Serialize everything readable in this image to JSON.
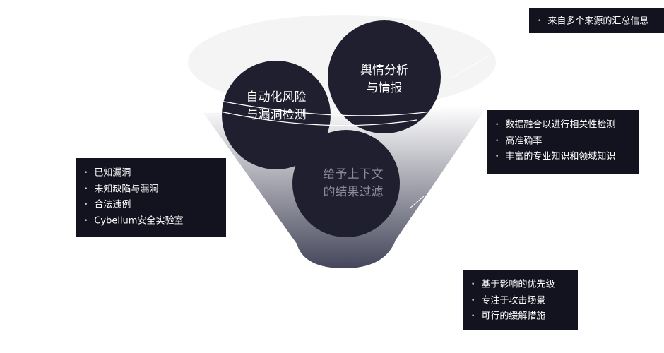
{
  "circles": {
    "left": {
      "line1": "自动化风险",
      "line2": "与漏洞检测"
    },
    "right": {
      "line1": "舆情分析",
      "line2": "与情报"
    },
    "bottom": {
      "line1": "给予上下文",
      "line2": "的结果过滤"
    }
  },
  "boxes": {
    "top_right": [
      "来自多个来源的汇总信息"
    ],
    "right": [
      "数据融合以进行相关性检测",
      "高准确率",
      "丰富的专业知识和领域知识"
    ],
    "left": [
      "已知漏洞",
      "未知缺陷与漏洞",
      "合法违例",
      "Cybellum安全实验室"
    ],
    "bottom_right": [
      "基于影响的优先级",
      "专注于攻击场景",
      "可行的缓解措施"
    ]
  },
  "colors": {
    "circle": "#1f1f30",
    "box": "#12131f"
  }
}
